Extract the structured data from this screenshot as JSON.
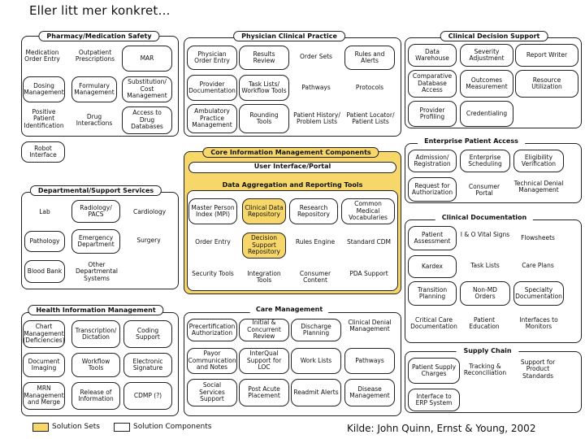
{
  "title": "Eller litt mer konkret…",
  "source": "Kilde: John Quinn, Ernst & Young, 2002",
  "legend": {
    "solution_sets": "Solution Sets",
    "solution_components": "Solution Components"
  },
  "colors": {
    "solution_set": "#f7d76a",
    "solution_component": "#ffffff",
    "border": "#222222"
  },
  "pharmacy": {
    "title": "Pharmacy/Medication Safety",
    "items": [
      "Medication Order Entry",
      "Outpatient Prescriptions",
      "MAR",
      "Dosing Management",
      "Formulary Management",
      "Substitution/ Cost Management",
      "Positive Patient Identification",
      "Drug Interactions",
      "Access to Drug Databases"
    ]
  },
  "physician": {
    "title": "Physician Clinical Practice",
    "items": [
      "Physician Order Entry",
      "Results Review",
      "Order Sets",
      "Rules and Alerts",
      "Provider Documentation",
      "Task Lists/ Workflow Tools",
      "Pathways",
      "Protocols",
      "Ambulatory Practice Management",
      "Rounding Tools",
      "Patient History/ Problem Lists",
      "Patient Locator/ Patient Lists"
    ]
  },
  "decision": {
    "title": "Clinical Decision Support",
    "items": [
      "Data Warehouse",
      "Severity Adjustment",
      "Report Writer",
      "Comparative Database Access",
      "Outcomes Measurement",
      "Resource Utilization",
      "Provider Profiling",
      "Credentialing"
    ]
  },
  "robot": "Robot Interface",
  "core": {
    "title": "Core Information Management Components",
    "ui_title": "User Interface/Portal",
    "dar_title": "Data Aggregation and Reporting Tools",
    "items": [
      "Master Person Index (MPI)",
      "Clinical Data Repository",
      "Research Repository",
      "Common Medical Vocabularies",
      "Order Entry",
      "Decision Support Repository",
      "Rules Engine",
      "Standard CDM",
      "Security Tools",
      "Integration Tools",
      "Consumer Content",
      "PDA Support"
    ]
  },
  "departmental": {
    "title": "Departmental/Support Services",
    "items": [
      "Lab",
      "Radiology/ PACS",
      "Cardiology",
      "Pathology",
      "Emergency Department",
      "Surgery",
      "Blood Bank",
      "Other Departmental Systems"
    ]
  },
  "enterprise": {
    "title": "Enterprise Patient Access",
    "items": [
      "Admission/ Registration",
      "Enterprise Scheduling",
      "Eligibility Verification",
      "Request for Authorization",
      "Consumer Portal",
      "Technical Denial Management"
    ]
  },
  "clindoc": {
    "title": "Clinical Documentation",
    "items": [
      "Patient Assessment",
      "I & O Vital Signs",
      "Flowsheets",
      "Kardex",
      "Task Lists",
      "Care Plans",
      "Transition Planning",
      "Non-MD Orders",
      "Specialty Documentation",
      "Critical Care Documentation",
      "Patient Education",
      "Interfaces to Monitors"
    ]
  },
  "him": {
    "title": "Health Information Management",
    "items": [
      "Chart Management (Deficiencies)",
      "Transcription/ Dictation",
      "Coding Support",
      "Document Imaging",
      "Workflow Tools",
      "Electronic Signature",
      "MRN Management and Merge",
      "Release of Information",
      "CDMP (?)"
    ]
  },
  "care": {
    "title": "Care Management",
    "items": [
      "Precertification Authorization",
      "Initial & Concurrent Review",
      "Discharge Planning",
      "Clinical Denial Management",
      "Payor Communication and Notes",
      "InterQual Support for LOC",
      "Work Lists",
      "Pathways",
      "Social Services Support",
      "Post Acute Placement",
      "Readmit Alerts",
      "Disease Management"
    ]
  },
  "supply": {
    "title": "Supply Chain",
    "items": [
      "Patient Supply Charges",
      "Tracking & Reconciliation",
      "Support for Product Standards",
      "Interface to ERP System"
    ]
  }
}
